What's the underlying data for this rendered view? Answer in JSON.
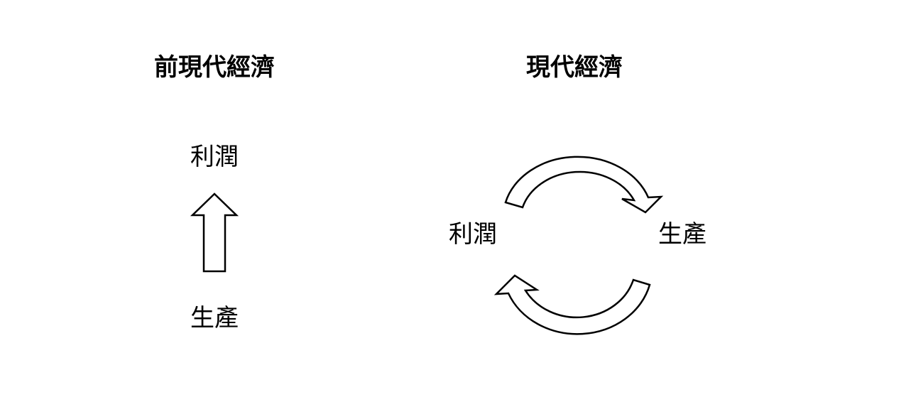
{
  "left_panel": {
    "title": "前現代經濟",
    "top_label": "利潤",
    "bottom_label": "生產"
  },
  "right_panel": {
    "title": "現代經濟",
    "left_label": "利潤",
    "right_label": "生產"
  },
  "colors": {
    "stroke": "#000000",
    "fill": "#ffffff",
    "text": "#000000"
  }
}
